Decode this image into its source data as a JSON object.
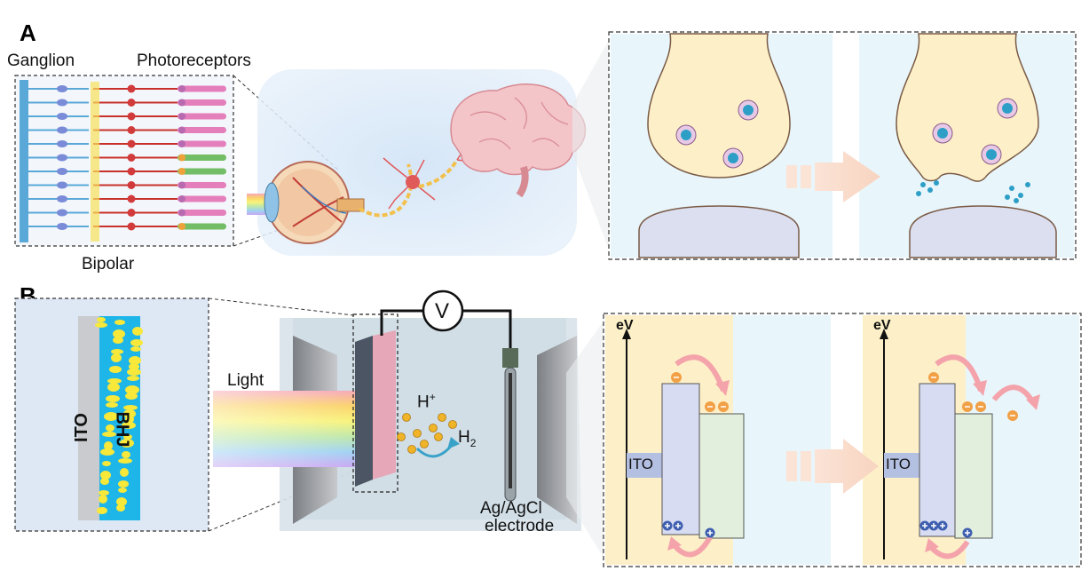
{
  "panel_a": {
    "letter": "A",
    "retina": {
      "ganglion_label": "Ganglion",
      "photoreceptors_label": "Photoreceptors",
      "bipolar_label": "Bipolar"
    }
  },
  "panel_b": {
    "letter": "B",
    "device": {
      "ito_label": "ITO",
      "bhj_label": "BHJ",
      "light_label": "Light",
      "voltmeter_symbol": "V",
      "proton_label": "H",
      "proton_sup": "+",
      "hydrogen_label": "H",
      "hydrogen_sub": "2",
      "electrode_label_line1": "Ag/AgCl",
      "electrode_label_line2": "electrode"
    },
    "energy_diagram": {
      "axis_label": "eV",
      "ito_label": "ITO",
      "axis_label_2": "eV",
      "ito_label_2": "ITO"
    }
  },
  "colors": {
    "synapse_bg": "#e8f6fb",
    "terminal_fill": "#fdf0c8",
    "postsynaptic_fill": "#dcdff0",
    "energy_left_bg": "#fdf0c8",
    "energy_right_bg": "#e8f6fb",
    "donor_fill": "#d8dcf3",
    "acceptor_fill": "#e3efdd",
    "bhj_yellow": "#f7e83a",
    "bhj_blue": "#1eb5e8",
    "arrow_pink": "#f4a3ab"
  }
}
